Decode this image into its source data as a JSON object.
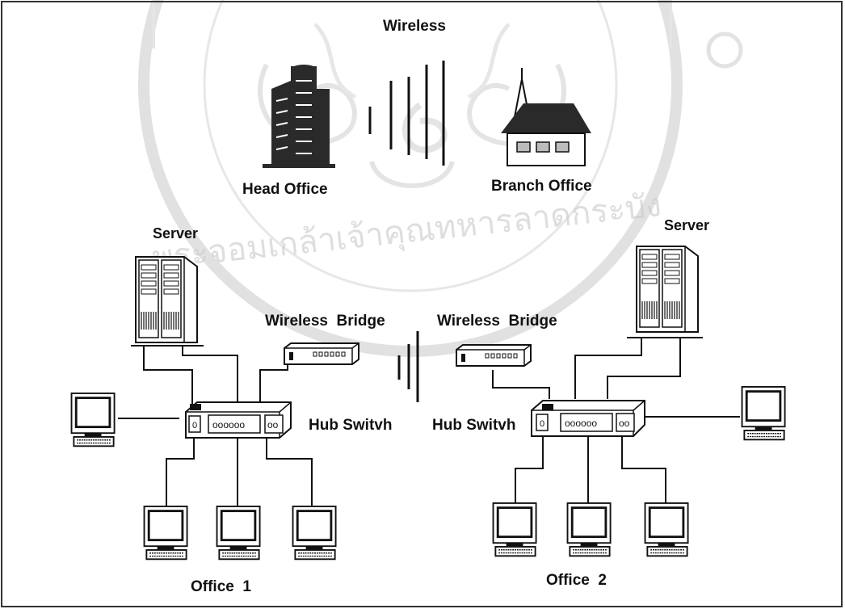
{
  "labels": {
    "wireless": "Wireless",
    "head_office": "Head Office",
    "branch_office": "Branch Office",
    "server_left": "Server",
    "server_right": "Server",
    "bridge_left": "Wireless  Bridge",
    "bridge_right": "Wireless  Bridge",
    "hub_left": "Hub Switvh",
    "hub_right": "Hub Switvh",
    "office1": "Office  1",
    "office2": "Office  2"
  },
  "hub_ports_text": "oooooo",
  "hub_uplink_text": "oo",
  "watermark": {
    "text": "พระจอมเกล้าเจ้าคุณทหารลาดกระบัง",
    "color": "#c9c9c9"
  },
  "colors": {
    "line": "#1a1a1a",
    "frame": "#333333",
    "fill_dark": "#2a2a2a",
    "fill_gray": "#bcbcbc"
  }
}
